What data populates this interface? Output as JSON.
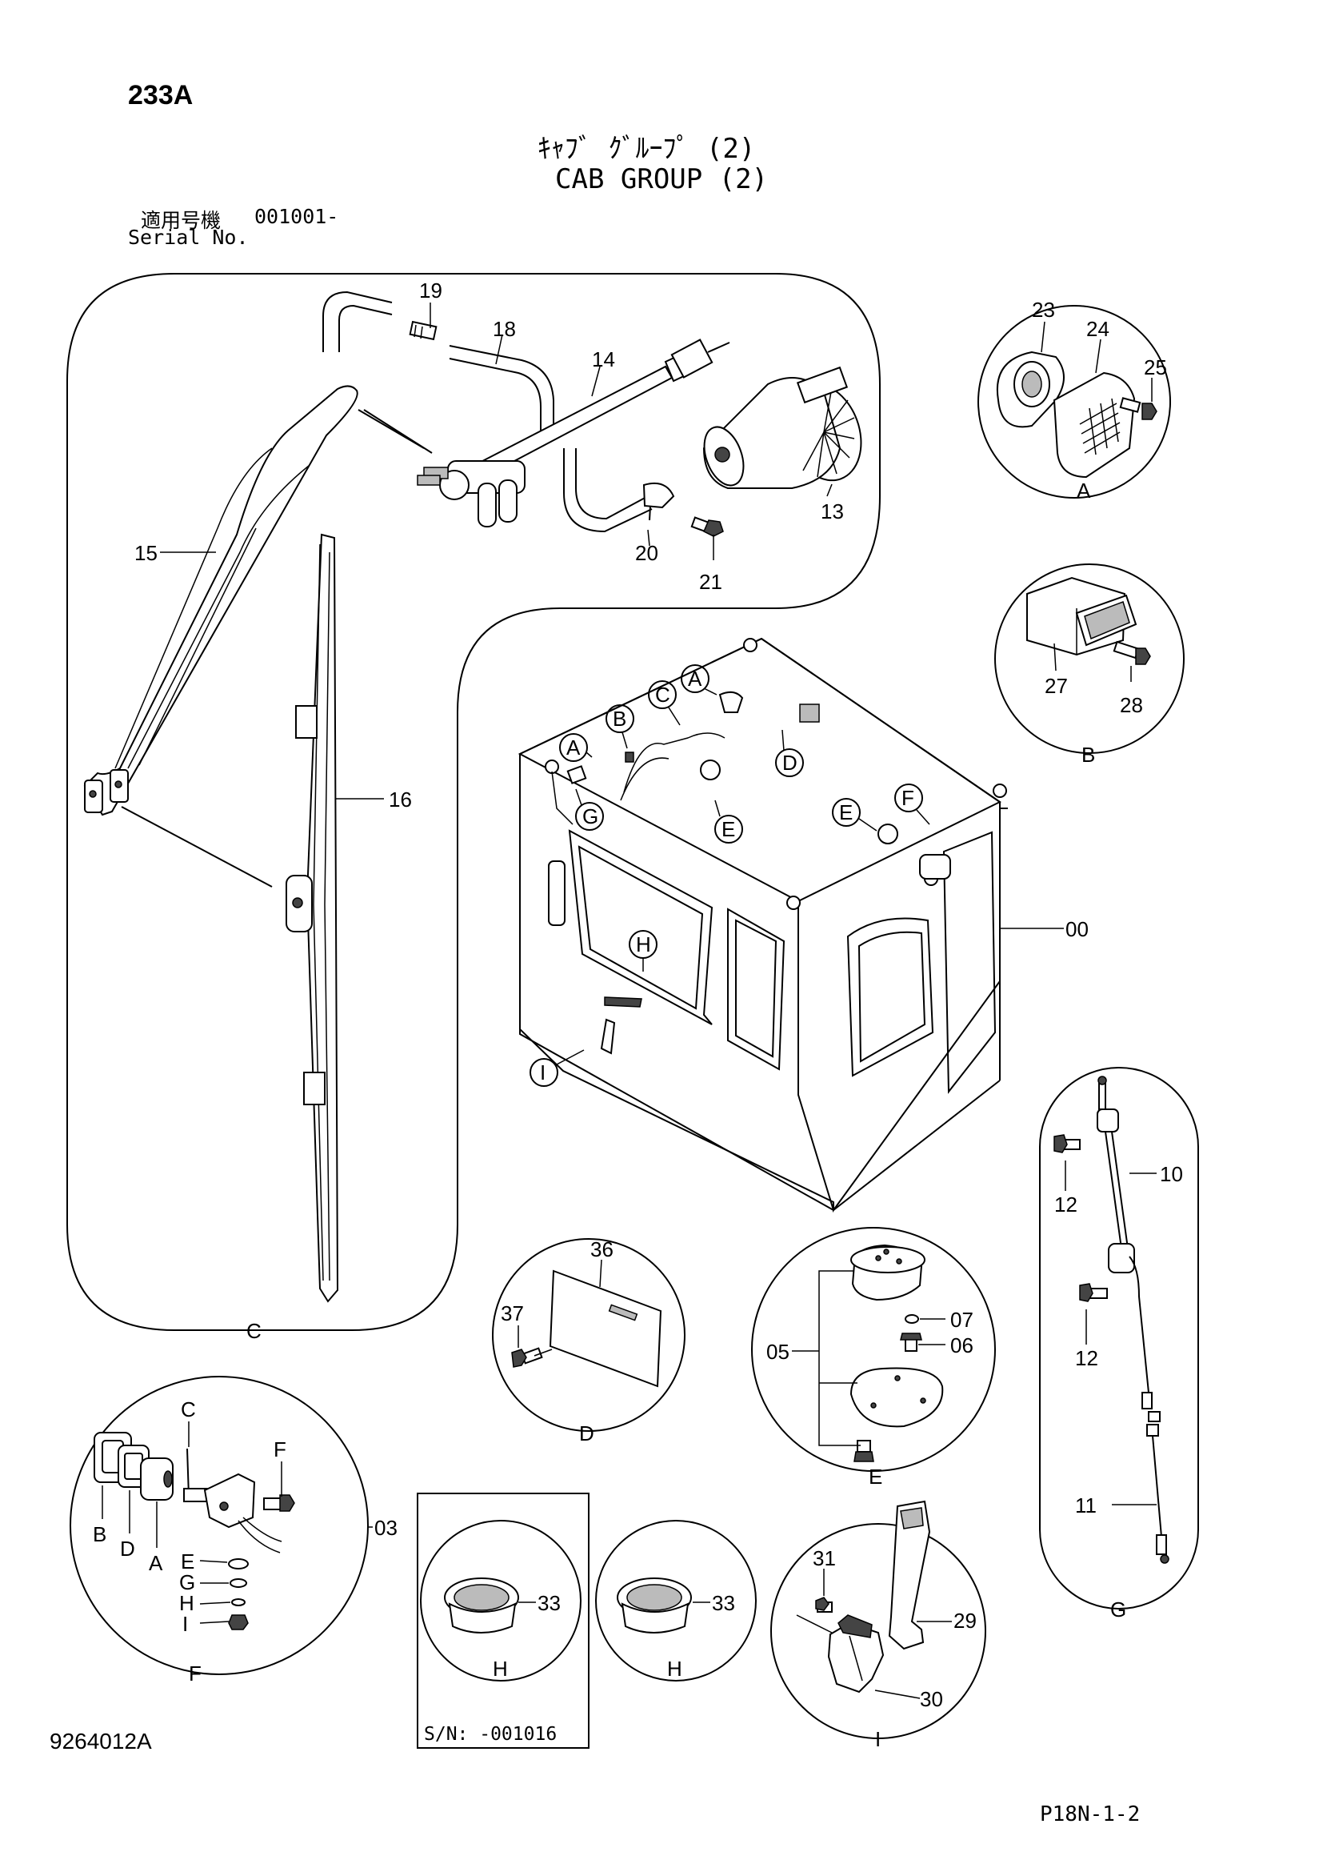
{
  "header": {
    "page_number": "233A",
    "title_jp": "ｷｬﾌﾞ ｸﾞﾙｰﾌﾟ (2)",
    "title_en": "CAB GROUP (2)",
    "serial_label_jp": "適用号機",
    "serial_value": "001001-",
    "serial_label_en": "Serial No."
  },
  "footer": {
    "drawing_number": "9264012A",
    "page_ref": "P18N-1-2"
  },
  "wiper_group": {
    "detail": "C",
    "parts": {
      "p19": "19",
      "p18": "18",
      "p14": "14",
      "p13": "13",
      "p20": "20",
      "p21": "21",
      "p15": "15",
      "p16": "16"
    }
  },
  "cab": {
    "part": "00",
    "detail_refs": {
      "a1": "A",
      "a2": "A",
      "b": "B",
      "c": "C",
      "d": "D",
      "e1": "E",
      "e2": "E",
      "f": "F",
      "g": "G",
      "h": "H",
      "i": "I"
    }
  },
  "detail_a": {
    "letter": "A",
    "parts": {
      "p23": "23",
      "p24": "24",
      "p25": "25"
    }
  },
  "detail_b": {
    "letter": "B",
    "parts": {
      "p27": "27",
      "p28": "28"
    }
  },
  "detail_d": {
    "letter": "D",
    "parts": {
      "p36": "36",
      "p37": "37"
    }
  },
  "detail_e": {
    "letter": "E",
    "parts": {
      "p05": "05",
      "p06": "06",
      "p07": "07"
    }
  },
  "detail_f": {
    "letter": "F",
    "assembly": "03",
    "subparts": {
      "a": "A",
      "b": "B",
      "c": "C",
      "d": "D",
      "e": "E",
      "f": "F",
      "g": "G",
      "h": "H",
      "i": "I"
    }
  },
  "detail_g": {
    "letter": "G",
    "parts": {
      "p10": "10",
      "p11": "11",
      "p12a": "12",
      "p12b": "12"
    }
  },
  "detail_h1": {
    "letter": "H",
    "parts": {
      "p33": "33"
    },
    "serial_note": "S/N: -001016"
  },
  "detail_h2": {
    "letter": "H",
    "parts": {
      "p33": "33"
    }
  },
  "detail_i": {
    "letter": "I",
    "parts": {
      "p29": "29",
      "p30": "30",
      "p31": "31"
    }
  }
}
